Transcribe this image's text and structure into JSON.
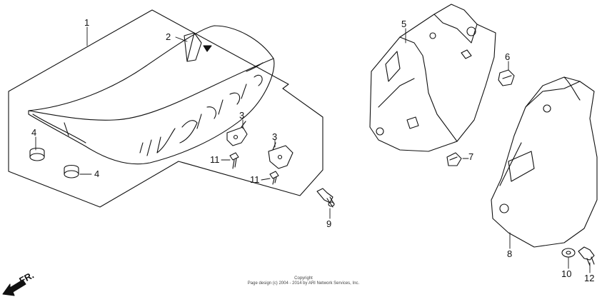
{
  "callouts": [
    {
      "id": "c1",
      "text": "1"
    },
    {
      "id": "c2",
      "text": "2"
    },
    {
      "id": "c3a",
      "text": "3"
    },
    {
      "id": "c3b",
      "text": "3"
    },
    {
      "id": "c4a",
      "text": "4"
    },
    {
      "id": "c4b",
      "text": "4"
    },
    {
      "id": "c5",
      "text": "5"
    },
    {
      "id": "c6",
      "text": "6"
    },
    {
      "id": "c7",
      "text": "7"
    },
    {
      "id": "c8",
      "text": "8"
    },
    {
      "id": "c9",
      "text": "9"
    },
    {
      "id": "c10",
      "text": "10"
    },
    {
      "id": "c11a",
      "text": "11"
    },
    {
      "id": "c11b",
      "text": "11"
    },
    {
      "id": "c12",
      "text": "12"
    }
  ],
  "direction_label": "FR.",
  "copyright": {
    "line1": "Copyright",
    "line2": "Page design (c) 2004 - 2014 by ARI Network Services, Inc."
  },
  "colors": {
    "ink": "#111111",
    "paper": "#ffffff"
  }
}
